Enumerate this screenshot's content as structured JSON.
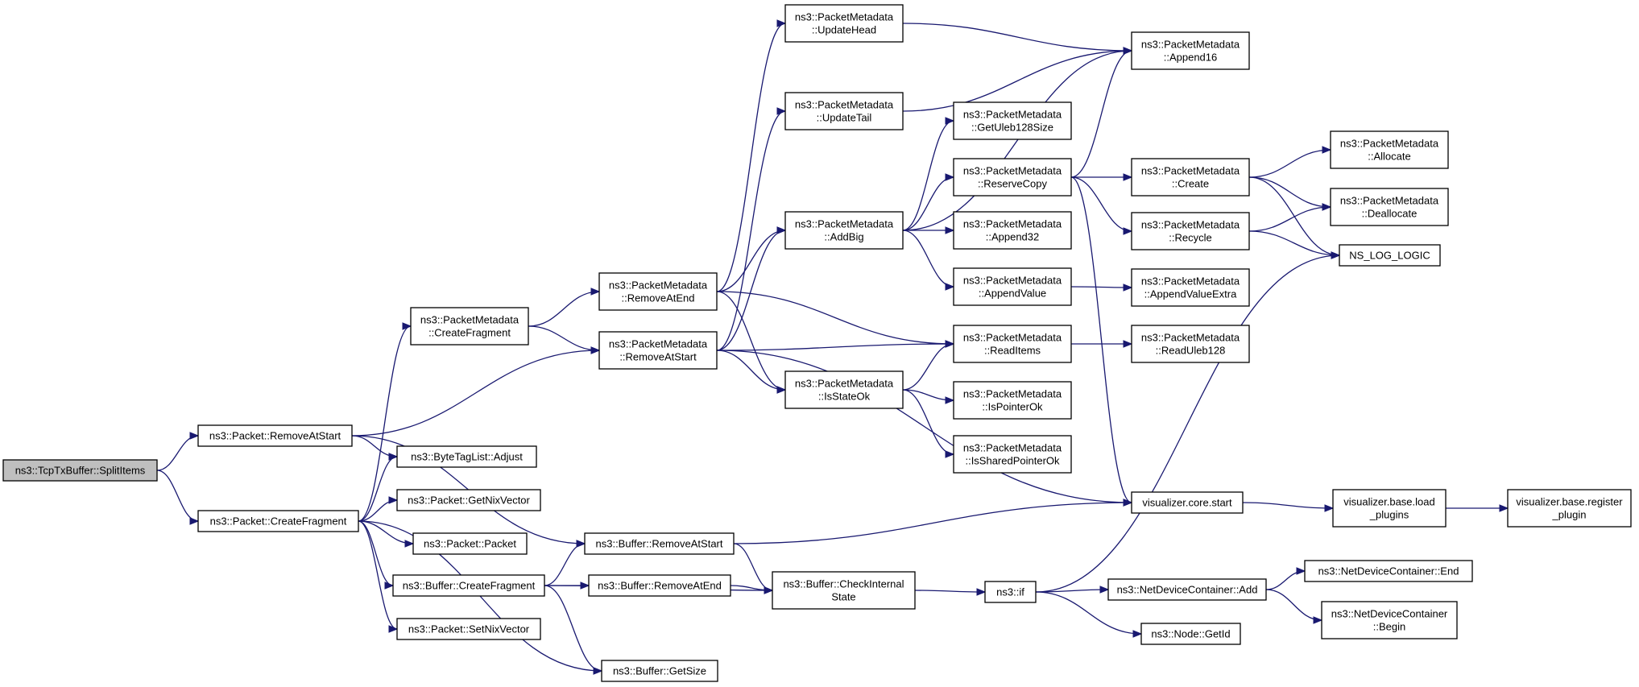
{
  "nodes": [
    {
      "id": "tcp_split",
      "label": [
        "ns3::TcpTxBuffer::SplitItems"
      ],
      "root": true
    },
    {
      "id": "pkt_remove_start",
      "label": [
        "ns3::Packet::RemoveAtStart"
      ]
    },
    {
      "id": "pkt_create_frag",
      "label": [
        "ns3::Packet::CreateFragment"
      ]
    },
    {
      "id": "pm_create_frag",
      "label": [
        "ns3::PacketMetadata",
        "::CreateFragment"
      ]
    },
    {
      "id": "btl_adjust",
      "label": [
        "ns3::ByteTagList::Adjust"
      ]
    },
    {
      "id": "pkt_get_nix",
      "label": [
        "ns3::Packet::GetNixVector"
      ]
    },
    {
      "id": "pkt_packet",
      "label": [
        "ns3::Packet::Packet"
      ]
    },
    {
      "id": "buf_create_frag",
      "label": [
        "ns3::Buffer::CreateFragment"
      ]
    },
    {
      "id": "pkt_set_nix",
      "label": [
        "ns3::Packet::SetNixVector"
      ]
    },
    {
      "id": "pm_remove_end",
      "label": [
        "ns3::PacketMetadata",
        "::RemoveAtEnd"
      ]
    },
    {
      "id": "pm_remove_start",
      "label": [
        "ns3::PacketMetadata",
        "::RemoveAtStart"
      ]
    },
    {
      "id": "buf_remove_start",
      "label": [
        "ns3::Buffer::RemoveAtStart"
      ]
    },
    {
      "id": "buf_remove_end",
      "label": [
        "ns3::Buffer::RemoveAtEnd"
      ]
    },
    {
      "id": "buf_get_size",
      "label": [
        "ns3::Buffer::GetSize"
      ]
    },
    {
      "id": "pm_update_head",
      "label": [
        "ns3::PacketMetadata",
        "::UpdateHead"
      ]
    },
    {
      "id": "pm_update_tail",
      "label": [
        "ns3::PacketMetadata",
        "::UpdateTail"
      ]
    },
    {
      "id": "pm_add_big",
      "label": [
        "ns3::PacketMetadata",
        "::AddBig"
      ]
    },
    {
      "id": "pm_is_state_ok",
      "label": [
        "ns3::PacketMetadata",
        "::IsStateOk"
      ]
    },
    {
      "id": "buf_check_internal",
      "label": [
        "ns3::Buffer::CheckInternal",
        "State"
      ]
    },
    {
      "id": "pm_get_uleb_size",
      "label": [
        "ns3::PacketMetadata",
        "::GetUleb128Size"
      ]
    },
    {
      "id": "pm_reserve_copy",
      "label": [
        "ns3::PacketMetadata",
        "::ReserveCopy"
      ]
    },
    {
      "id": "pm_append32",
      "label": [
        "ns3::PacketMetadata",
        "::Append32"
      ]
    },
    {
      "id": "pm_append_value",
      "label": [
        "ns3::PacketMetadata",
        "::AppendValue"
      ]
    },
    {
      "id": "pm_read_items",
      "label": [
        "ns3::PacketMetadata",
        "::ReadItems"
      ]
    },
    {
      "id": "pm_is_pointer_ok",
      "label": [
        "ns3::PacketMetadata",
        "::IsPointerOk"
      ]
    },
    {
      "id": "pm_is_shared_ok",
      "label": [
        "ns3::PacketMetadata",
        "::IsSharedPointerOk"
      ]
    },
    {
      "id": "ns3_if",
      "label": [
        "ns3::if"
      ]
    },
    {
      "id": "pm_append16",
      "label": [
        "ns3::PacketMetadata",
        "::Append16"
      ]
    },
    {
      "id": "pm_create",
      "label": [
        "ns3::PacketMetadata",
        "::Create"
      ]
    },
    {
      "id": "pm_recycle",
      "label": [
        "ns3::PacketMetadata",
        "::Recycle"
      ]
    },
    {
      "id": "pm_append_value_extra",
      "label": [
        "ns3::PacketMetadata",
        "::AppendValueExtra"
      ]
    },
    {
      "id": "pm_read_uleb",
      "label": [
        "ns3::PacketMetadata",
        "::ReadUleb128"
      ]
    },
    {
      "id": "vis_core_start",
      "label": [
        "visualizer.core.start"
      ]
    },
    {
      "id": "ndc_add",
      "label": [
        "ns3::NetDeviceContainer::Add"
      ]
    },
    {
      "id": "node_get_id",
      "label": [
        "ns3::Node::GetId"
      ]
    },
    {
      "id": "pm_allocate",
      "label": [
        "ns3::PacketMetadata",
        "::Allocate"
      ]
    },
    {
      "id": "pm_deallocate",
      "label": [
        "ns3::PacketMetadata",
        "::Deallocate"
      ]
    },
    {
      "id": "ns_log_logic",
      "label": [
        "NS_LOG_LOGIC"
      ]
    },
    {
      "id": "vis_load_plugins",
      "label": [
        "visualizer.base.load",
        "_plugins"
      ]
    },
    {
      "id": "ndc_end",
      "label": [
        "ns3::NetDeviceContainer::End"
      ]
    },
    {
      "id": "ndc_begin",
      "label": [
        "ns3::NetDeviceContainer",
        "::Begin"
      ]
    },
    {
      "id": "vis_register_plugin",
      "label": [
        "visualizer.base.register",
        "_plugin"
      ]
    }
  ],
  "edges": [
    [
      "tcp_split",
      "pkt_remove_start"
    ],
    [
      "tcp_split",
      "pkt_create_frag"
    ],
    [
      "pkt_remove_start",
      "pm_remove_start"
    ],
    [
      "pkt_remove_start",
      "btl_adjust"
    ],
    [
      "pkt_remove_start",
      "buf_remove_start"
    ],
    [
      "pkt_create_frag",
      "pm_create_frag"
    ],
    [
      "pkt_create_frag",
      "btl_adjust"
    ],
    [
      "pkt_create_frag",
      "pkt_get_nix"
    ],
    [
      "pkt_create_frag",
      "pkt_packet"
    ],
    [
      "pkt_create_frag",
      "buf_create_frag"
    ],
    [
      "pkt_create_frag",
      "pkt_set_nix"
    ],
    [
      "pkt_create_frag",
      "buf_get_size"
    ],
    [
      "pm_create_frag",
      "pm_remove_end"
    ],
    [
      "pm_create_frag",
      "pm_remove_start"
    ],
    [
      "buf_create_frag",
      "buf_remove_start"
    ],
    [
      "buf_create_frag",
      "buf_remove_end"
    ],
    [
      "buf_create_frag",
      "buf_check_internal"
    ],
    [
      "buf_create_frag",
      "buf_get_size"
    ],
    [
      "pm_remove_end",
      "pm_update_head"
    ],
    [
      "pm_remove_end",
      "pm_add_big"
    ],
    [
      "pm_remove_end",
      "pm_read_items"
    ],
    [
      "pm_remove_end",
      "pm_is_state_ok"
    ],
    [
      "pm_remove_start",
      "pm_update_tail"
    ],
    [
      "pm_remove_start",
      "pm_add_big"
    ],
    [
      "pm_remove_start",
      "pm_read_items"
    ],
    [
      "pm_remove_start",
      "pm_is_state_ok"
    ],
    [
      "pm_remove_start",
      "vis_core_start"
    ],
    [
      "buf_remove_start",
      "buf_check_internal"
    ],
    [
      "buf_remove_start",
      "vis_core_start"
    ],
    [
      "buf_remove_end",
      "buf_check_internal"
    ],
    [
      "pm_update_head",
      "pm_append16"
    ],
    [
      "pm_update_tail",
      "pm_append16"
    ],
    [
      "pm_add_big",
      "pm_append16"
    ],
    [
      "pm_add_big",
      "pm_get_uleb_size"
    ],
    [
      "pm_add_big",
      "pm_reserve_copy"
    ],
    [
      "pm_add_big",
      "pm_append32"
    ],
    [
      "pm_add_big",
      "pm_append_value"
    ],
    [
      "pm_is_state_ok",
      "pm_read_items"
    ],
    [
      "pm_is_state_ok",
      "pm_is_pointer_ok"
    ],
    [
      "pm_is_state_ok",
      "pm_is_shared_ok"
    ],
    [
      "buf_check_internal",
      "ns3_if"
    ],
    [
      "pm_reserve_copy",
      "pm_append16"
    ],
    [
      "pm_reserve_copy",
      "pm_create"
    ],
    [
      "pm_reserve_copy",
      "pm_recycle"
    ],
    [
      "pm_reserve_copy",
      "vis_core_start"
    ],
    [
      "pm_append_value",
      "pm_append_value_extra"
    ],
    [
      "pm_read_items",
      "pm_read_uleb"
    ],
    [
      "ns3_if",
      "ns_log_logic"
    ],
    [
      "ns3_if",
      "ndc_add"
    ],
    [
      "ns3_if",
      "node_get_id"
    ],
    [
      "pm_create",
      "pm_allocate"
    ],
    [
      "pm_create",
      "pm_deallocate"
    ],
    [
      "pm_create",
      "ns_log_logic"
    ],
    [
      "pm_recycle",
      "pm_deallocate"
    ],
    [
      "pm_recycle",
      "ns_log_logic"
    ],
    [
      "vis_core_start",
      "vis_load_plugins"
    ],
    [
      "vis_load_plugins",
      "vis_register_plugin"
    ],
    [
      "ndc_add",
      "ndc_end"
    ],
    [
      "ndc_add",
      "ndc_begin"
    ]
  ]
}
